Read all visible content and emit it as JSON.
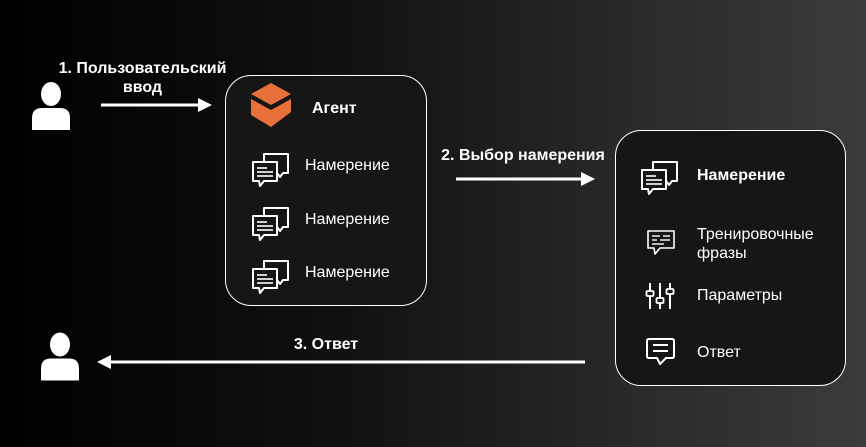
{
  "steps": {
    "input_line1": "1. Пользовательский",
    "input_line2": "ввод",
    "intent_selection": "2. Выбор намерения",
    "response": "3. Ответ"
  },
  "agent": {
    "title": "Агент",
    "intents": [
      "Намерение",
      "Намерение",
      "Намерение"
    ]
  },
  "intent_detail": {
    "title": "Намерение",
    "training_line1": "Тренировочные",
    "training_line2": "фразы",
    "parameters": "Параметры",
    "response": "Ответ"
  },
  "colors": {
    "accent": "#E8703A",
    "foreground": "#FFFFFF",
    "background_dark": "#000000",
    "background_light": "#3B3B3B"
  },
  "icons": [
    "user-icon",
    "agent-logo-icon",
    "chat-bubbles-icon",
    "training-phrases-icon",
    "parameters-sliders-icon",
    "response-bubble-icon"
  ]
}
